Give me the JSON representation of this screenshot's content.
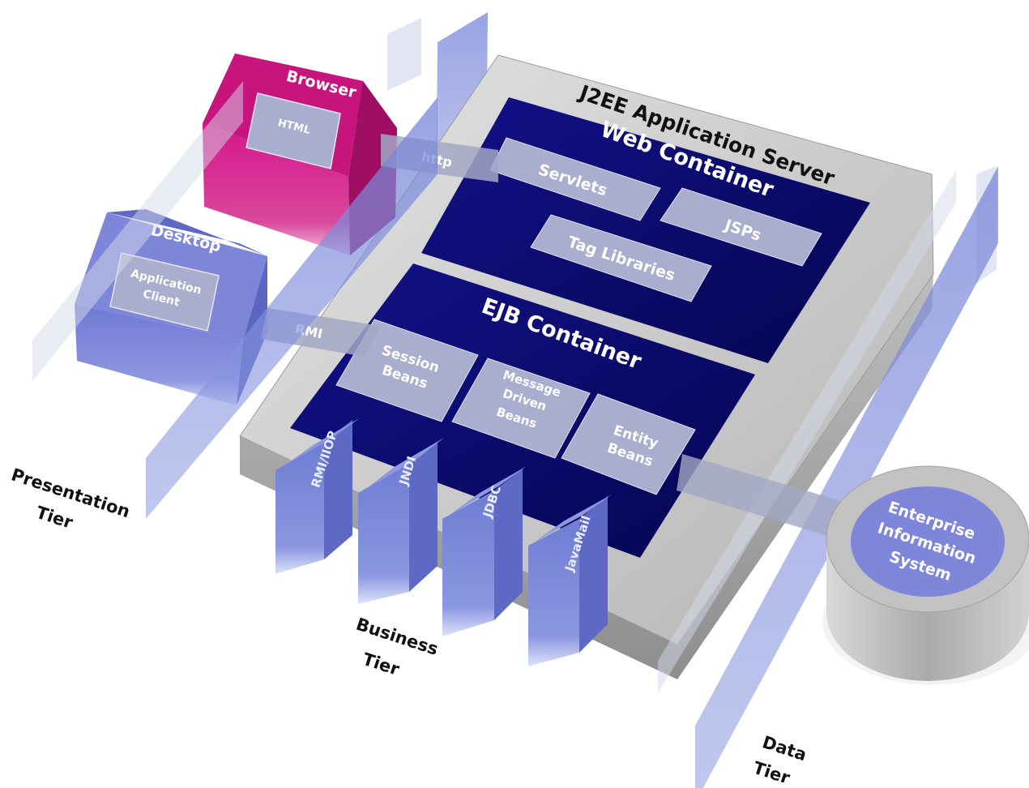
{
  "server": {
    "title": "J2EE Application Server",
    "web_container": {
      "title": "Web Container",
      "components": [
        "Servlets",
        "JSPs",
        "Tag Libraries"
      ]
    },
    "ejb_container": {
      "title": "EJB Container",
      "session": [
        "Session",
        "Beans"
      ],
      "mdb": [
        "Message",
        "Driven",
        "Beans"
      ],
      "entity": [
        "Entity",
        "Beans"
      ]
    },
    "services": [
      "RMI/IIOP",
      "JNDI",
      "JDBC",
      "JavaMail"
    ]
  },
  "clients": {
    "browser": {
      "title": "Browser",
      "inner": "HTML"
    },
    "desktop": {
      "title": "Desktop",
      "inner": [
        "Application",
        "Client"
      ]
    }
  },
  "connections": {
    "http": "http",
    "rmi": "RMI"
  },
  "eis": {
    "lines": [
      "Enterprise",
      "Information",
      "System"
    ]
  },
  "tiers": {
    "presentation": [
      "Presentation",
      "Tier"
    ],
    "business": [
      "Business",
      "Tier"
    ],
    "data": [
      "Data",
      "Tier"
    ]
  },
  "colors": {
    "server_gray": "#c8c8c8",
    "container_navy": "#0b0b6e",
    "component_box": "#a9adce",
    "browser_magenta": "#c8157e",
    "desktop_blue": "#7d86d8",
    "tier_plane": "#6f7fd0",
    "service_blue": "#7986d6",
    "eis_gray": "#b9b9b9"
  }
}
